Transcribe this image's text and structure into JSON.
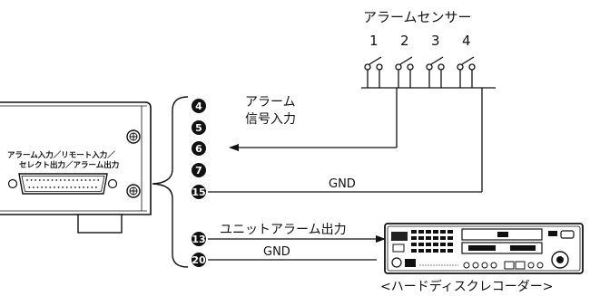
{
  "sensor": {
    "title": "アラームセンサー",
    "numbers": [
      "1",
      "2",
      "3",
      "4"
    ]
  },
  "device": {
    "label_line1": "アラーム入力／リモート入力／",
    "label_line2": "セレクト出力／アラーム出力"
  },
  "signals": {
    "alarm_input_line1": "アラーム",
    "alarm_input_line2": "信号入力",
    "gnd_top": "GND",
    "unit_alarm_output": "ユニットアラーム出力",
    "gnd_bottom": "GND"
  },
  "pins": [
    "4",
    "5",
    "6",
    "7",
    "15",
    "13",
    "20"
  ],
  "recorder": {
    "caption": "<ハードディスクレコーダー>"
  }
}
